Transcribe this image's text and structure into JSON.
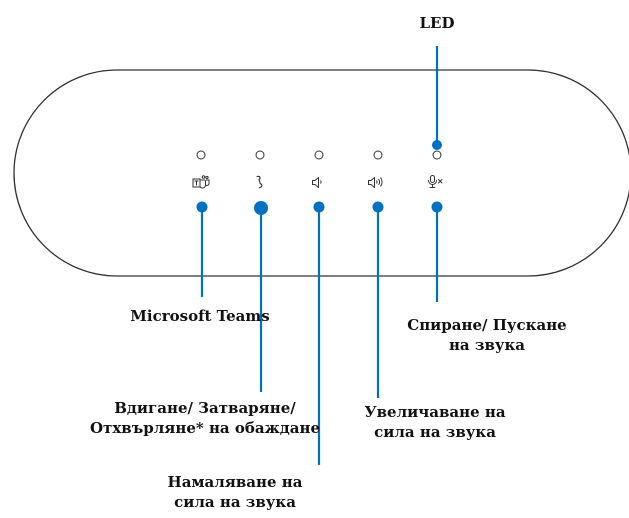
{
  "colors": {
    "accent": "#0070c0",
    "outline": "#333333",
    "text": "#111111"
  },
  "icons": {
    "teams": "microsoft-teams-icon",
    "call": "phone-handset-icon",
    "volume_down": "speaker-low-icon",
    "volume_up": "speaker-high-icon",
    "mute": "microphone-mute-icon",
    "led": "led-indicator-icon"
  },
  "labels": {
    "led": "LED",
    "teams": "Microsoft Teams",
    "call_line1": "Вдигане/ Затваряне/",
    "call_line2": "Отхвърляне* на обаждане",
    "volume_up_line1": "Увеличаване на",
    "volume_up_line2": "сила на звука",
    "volume_down_line1": "Намаляване на",
    "volume_down_line2": "сила на звука",
    "mute_line1": "Спиране/ Пускане",
    "mute_line2": "на звука"
  }
}
